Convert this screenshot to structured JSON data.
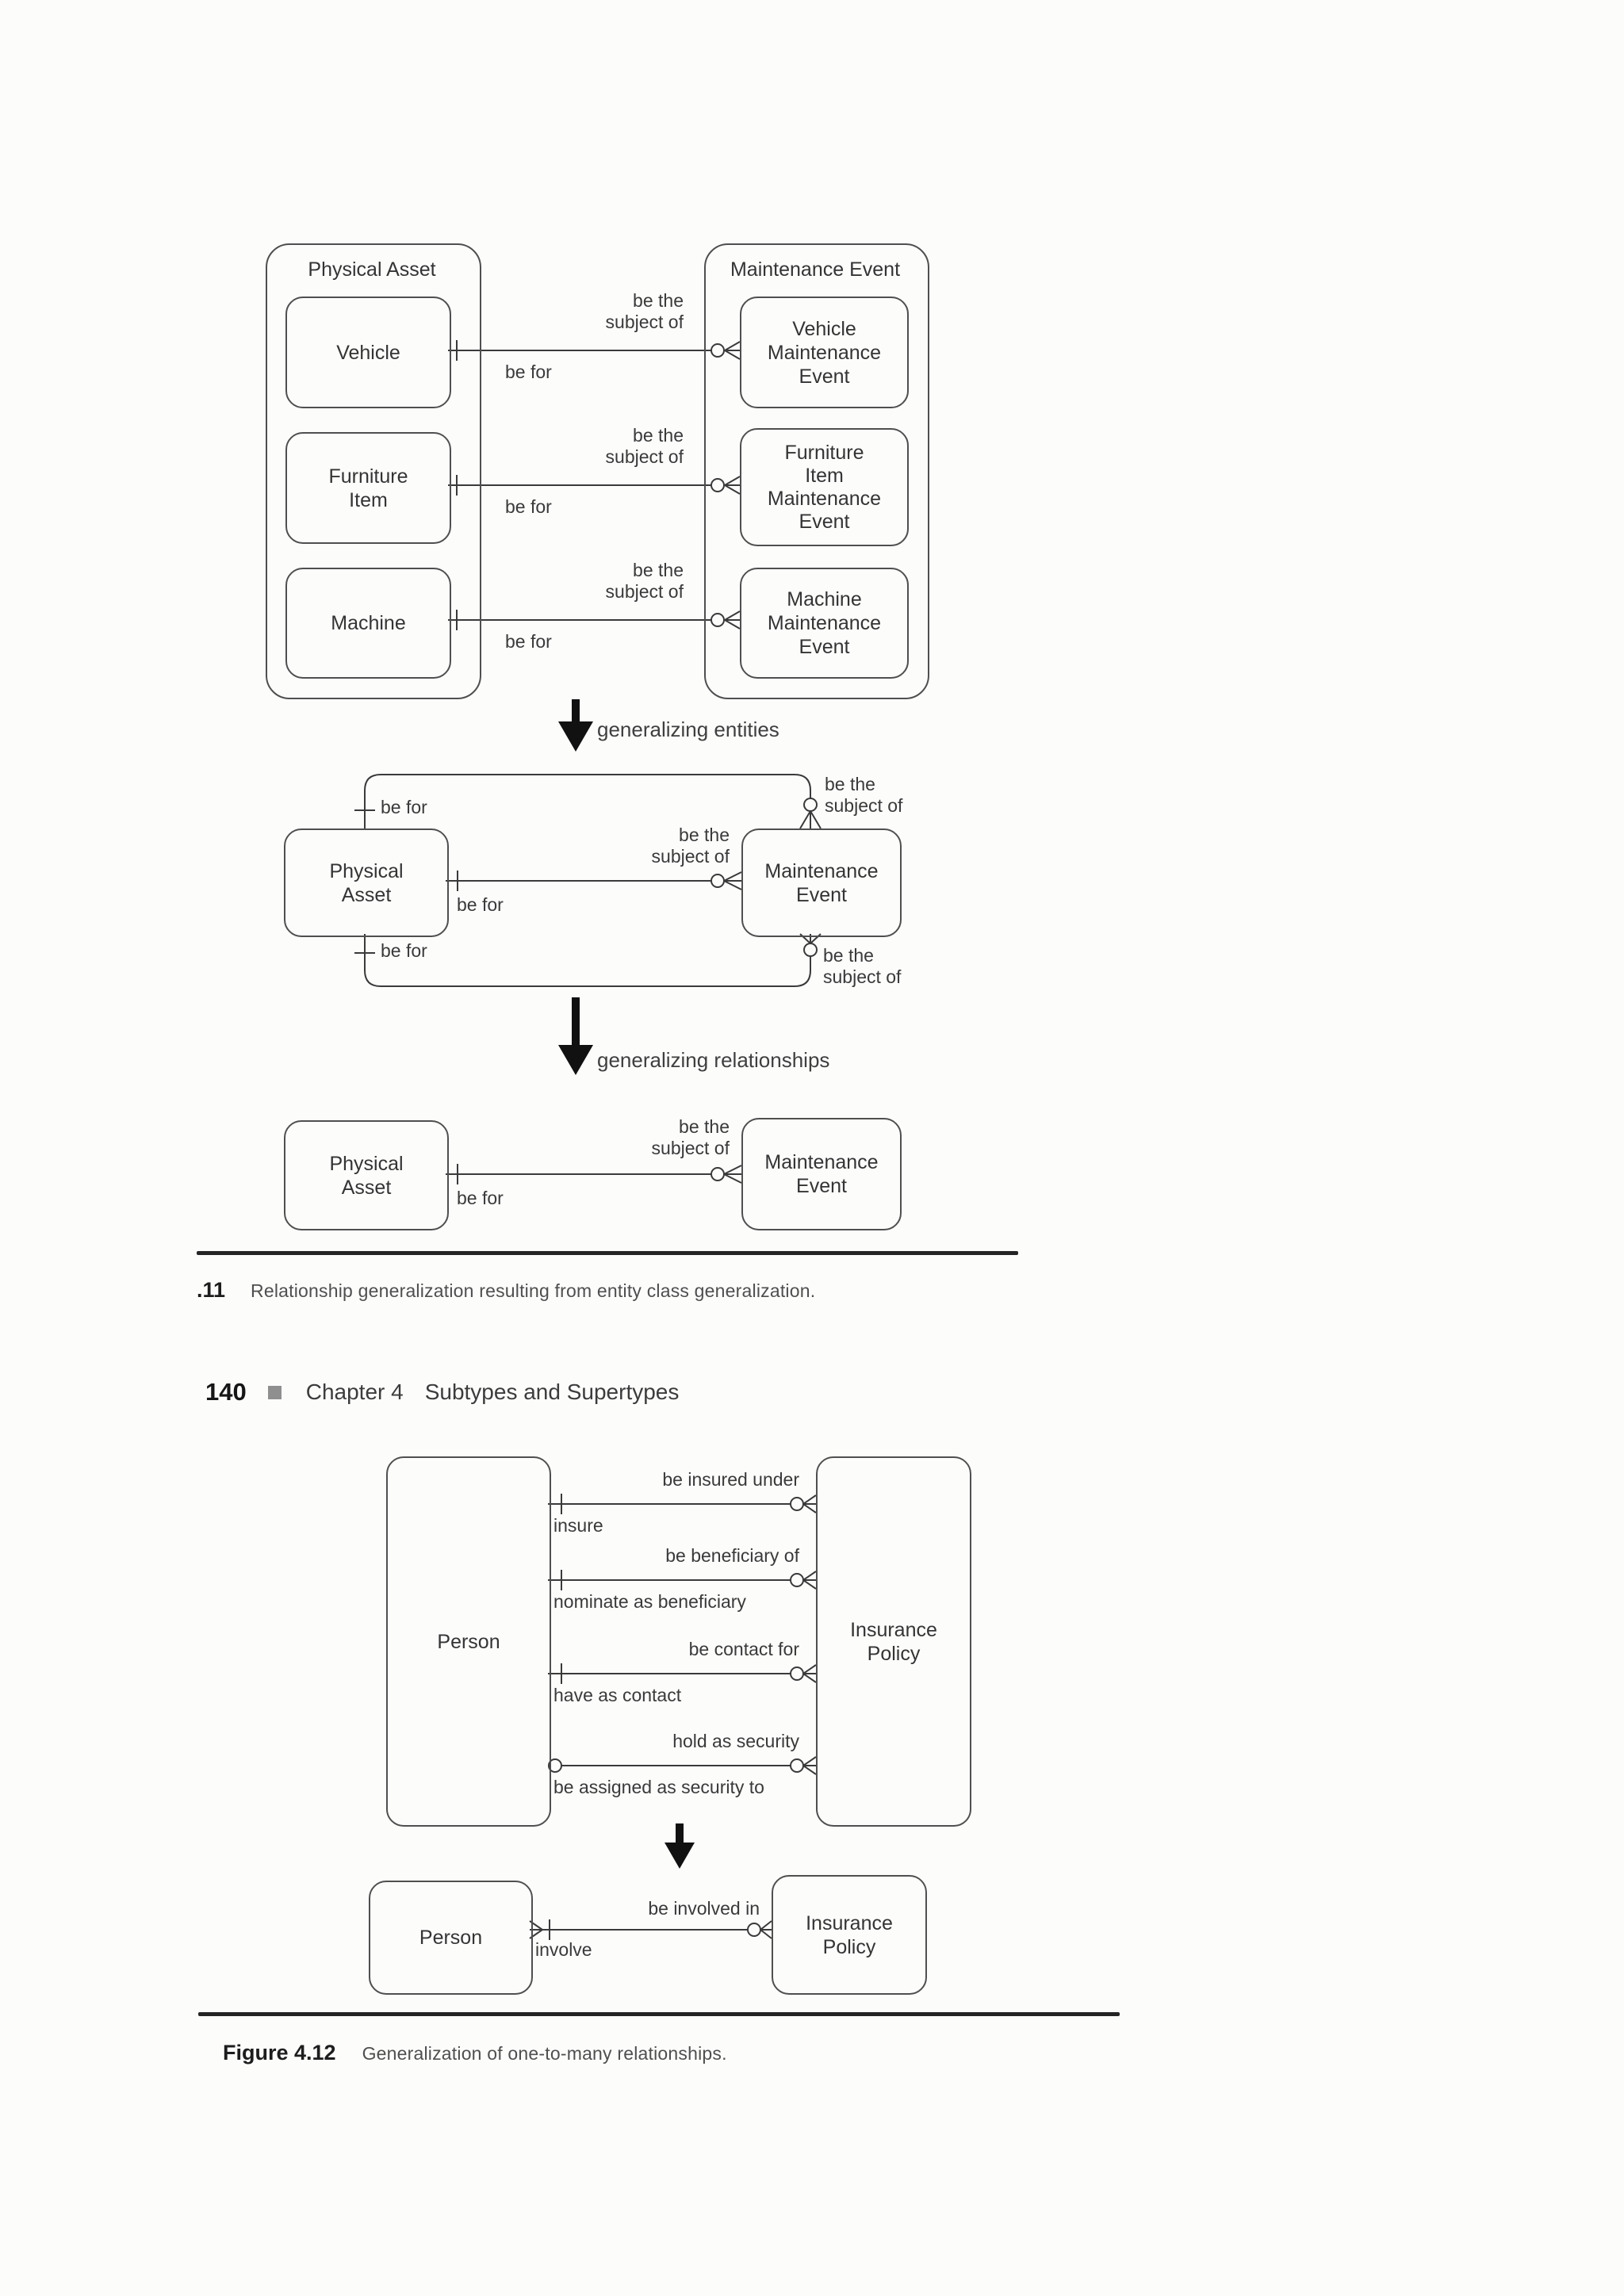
{
  "colors": {
    "ink": "#3a3a3a",
    "box_border": "#4f4f4f",
    "rule": "#242424",
    "bullet_gray": "#8f8f8f"
  },
  "fig411": {
    "top": {
      "left_container_label": "Physical Asset",
      "right_container_label": "Maintenance Event",
      "rows": [
        {
          "left_entity": "Vehicle",
          "right_entity": "Vehicle\nMaintenance\nEvent",
          "above_label": "be the\nsubject of",
          "below_label": "be for"
        },
        {
          "left_entity": "Furniture\nItem",
          "right_entity": "Furniture\nItem\nMaintenance\nEvent",
          "above_label": "be the\nsubject of",
          "below_label": "be for"
        },
        {
          "left_entity": "Machine",
          "right_entity": "Machine\nMaintenance\nEvent",
          "above_label": "be the\nsubject of",
          "below_label": "be for"
        }
      ]
    },
    "arrow1_label": "generalizing entities",
    "middle": {
      "left_entity": "Physical\nAsset",
      "right_entity": "Maintenance\nEvent",
      "top_loop_left_label": "be for",
      "top_loop_right_label": "be the\nsubject of",
      "mid_above_label": "be the\nsubject of",
      "mid_below_label": "be for",
      "bottom_loop_left_label": "be for",
      "bottom_loop_right_label": "be the\nsubject of"
    },
    "arrow2_label": "generalizing relationships",
    "bottom": {
      "left_entity": "Physical\nAsset",
      "right_entity": "Maintenance\nEvent",
      "above_label": "be the\nsubject of",
      "below_label": "be for"
    },
    "caption_number": ".11",
    "caption_text": "Relationship generalization resulting from entity class generalization."
  },
  "page_header": {
    "page_number": "140",
    "chapter": "Chapter 4",
    "section_title": "Subtypes and Supertypes"
  },
  "fig412": {
    "top": {
      "left_entity": "Person",
      "right_entity": "Insurance\nPolicy",
      "relationships": [
        {
          "above_label": "be insured under",
          "below_label": "insure"
        },
        {
          "above_label": "be beneficiary of",
          "below_label": "nominate as beneficiary"
        },
        {
          "above_label": "be contact for",
          "below_label": "have as contact"
        },
        {
          "above_label": "hold as security",
          "below_label": "be assigned as security to"
        }
      ]
    },
    "bottom": {
      "left_entity": "Person",
      "right_entity": "Insurance\nPolicy",
      "above_label": "be involved in",
      "below_label": "involve"
    },
    "caption_label": "Figure 4.12",
    "caption_text": "Generalization of one-to-many relationships."
  }
}
